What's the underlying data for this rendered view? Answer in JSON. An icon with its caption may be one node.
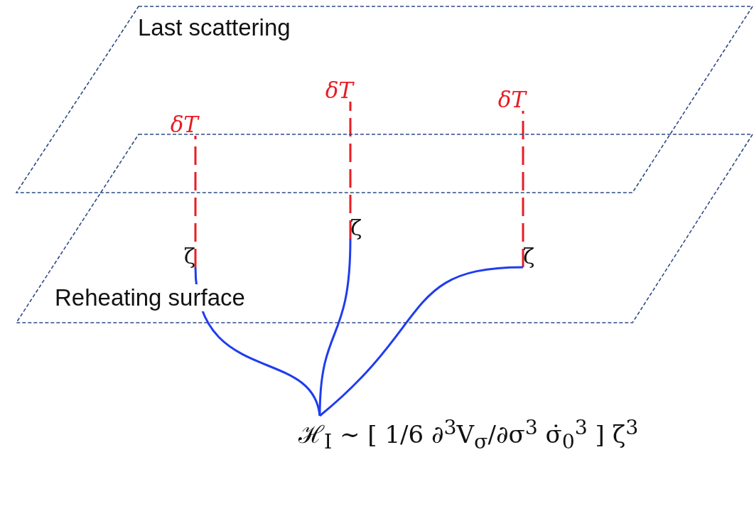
{
  "diagram": {
    "nodes": [
      {
        "text": [
          "Last scattering"
        ]
      },
      {
        "text": [
          "Reheating surface"
        ]
      },
      {
        "text": [
          "δT"
        ],
        "in": 0
      },
      {
        "text": [
          "δT"
        ],
        "in": 0
      },
      {
        "text": [
          "δT"
        ],
        "in": 0
      },
      {
        "text": [
          "ζ"
        ],
        "in": 1
      },
      {
        "text": [
          "ζ"
        ],
        "in": 1
      },
      {
        "text": [
          "ζ"
        ],
        "in": 1
      },
      {
        "text": [
          "ℋ$_{I}$ ∼ [ 1/6 ∂$^{3}$V$_{σ}$/∂σ$^{3}$ σ̇$_{0}$$^{3}$ ] ζ$^{3}$"
        ]
      }
    ],
    "edges": [
      {
        "from": 5,
        "to": 2,
        "arrow": "none",
        "style": "dashed",
        "color": "#e81c24"
      },
      {
        "from": 6,
        "to": 3,
        "arrow": "none",
        "style": "dashed",
        "color": "#e81c24"
      },
      {
        "from": 7,
        "to": 4,
        "arrow": "none",
        "style": "dashed",
        "color": "#e81c24"
      },
      {
        "from": 5,
        "to": 8,
        "arrow": "none",
        "color": "#1f3cf0"
      },
      {
        "from": 6,
        "to": 8,
        "arrow": "none",
        "color": "#1f3cf0"
      },
      {
        "from": 7,
        "to": 8,
        "arrow": "none",
        "color": "#1f3cf0"
      }
    ]
  }
}
